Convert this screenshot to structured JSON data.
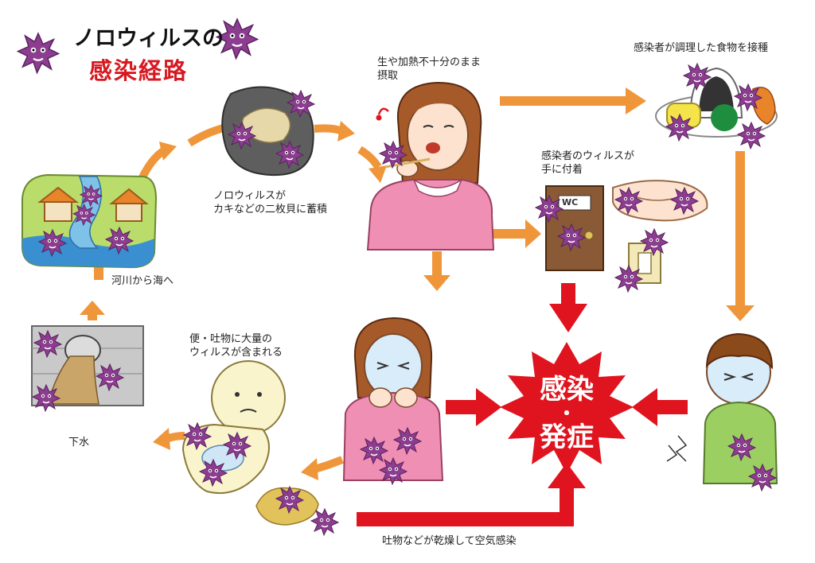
{
  "title": {
    "line1": "ノロウィルスの",
    "line2": "感染経路"
  },
  "center": {
    "line1": "感染",
    "dot": "・",
    "line2": "発症"
  },
  "captions": {
    "shellfish": [
      "ノロウィルスが",
      "カキなどの二枚貝に蓄積"
    ],
    "raw_eating": [
      "生や加熱不十分のまま",
      "摂取"
    ],
    "food_contact": "感染者が調理した食物を接種",
    "hand_contact": [
      "感染者のウィルスが",
      "手に付着"
    ],
    "river": "河川から海へ",
    "toilet": [
      "便・吐物に大量の",
      "ウィルスが含まれる"
    ],
    "sewer": "下水",
    "airborne": "吐物などが乾燥して空気感染"
  },
  "door_sign": "WC",
  "colors": {
    "orange_arrow": "#f0963a",
    "red_arrow": "#e0141e",
    "virus": "#8c3d8f",
    "title_red": "#d81820"
  }
}
